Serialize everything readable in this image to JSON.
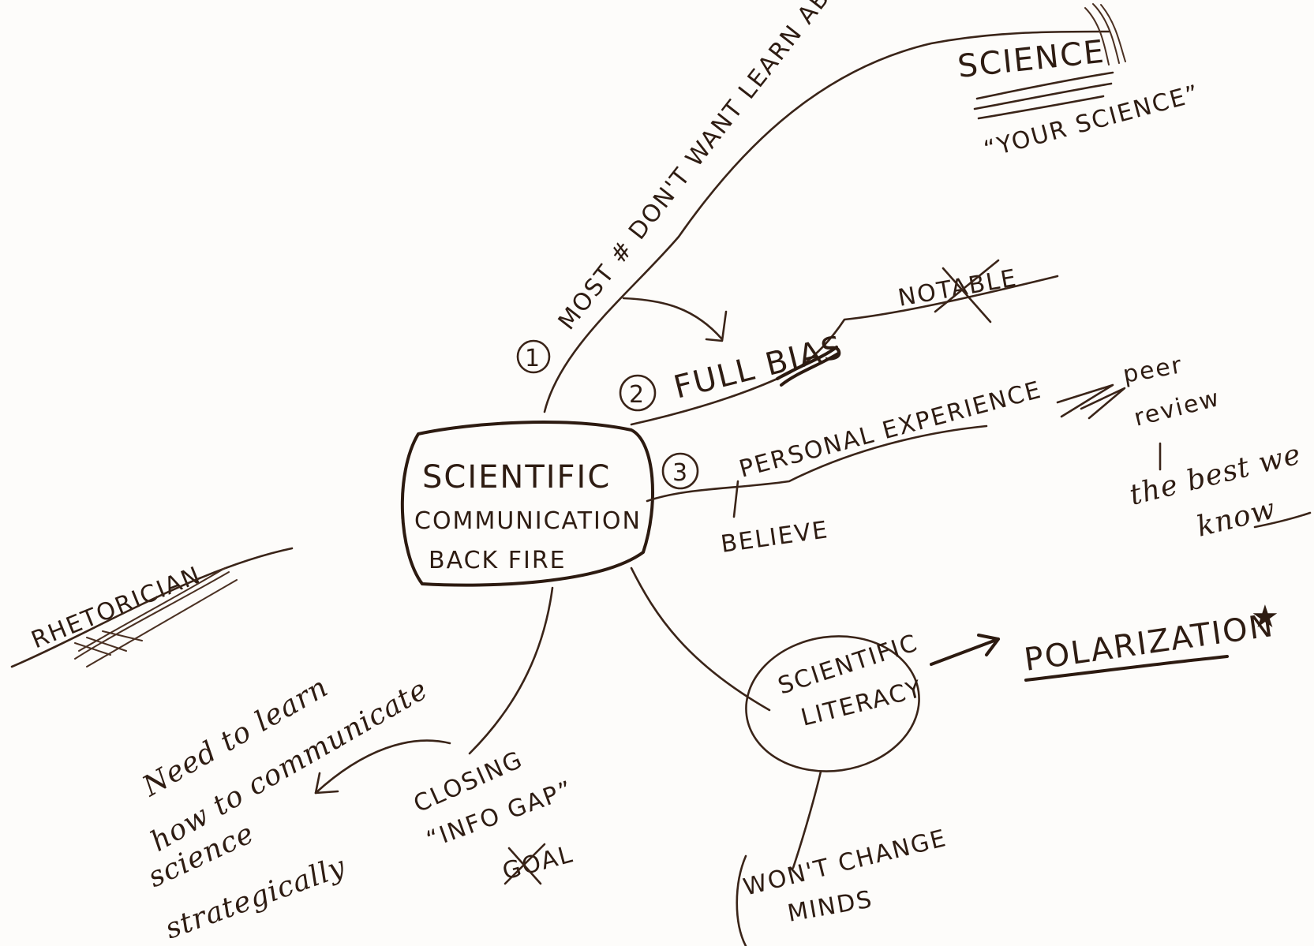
{
  "center": {
    "line1": "SCIENTIFIC",
    "line2": "COMMUNICATION",
    "line3": "BACK FIRE"
  },
  "branch1": {
    "number": "1",
    "label": "MOST # DON'T WANT LEARN ABOUT",
    "end": "SCIENCE",
    "quote": "“YOUR SCIENCE”"
  },
  "branch2": {
    "number": "2",
    "label": "FULL BIAS",
    "end": "NOTABLE"
  },
  "branch3": {
    "number": "3",
    "label": "PERSONAL EXPERIENCE",
    "sub": "BELIEVE",
    "peer1": "peer",
    "peer2": "review",
    "best1": "the best we",
    "best2": "know"
  },
  "literacy": {
    "line1": "SCIENTIFIC",
    "line2": "LITERACY",
    "target": "POLARIZATION",
    "star": "★",
    "below1": "WON'T CHANGE",
    "below2": "MINDS"
  },
  "gap": {
    "line1": "CLOSING",
    "line2": "“INFO GAP”",
    "line3": "GOAL"
  },
  "strategy": {
    "line1": "Need to learn",
    "line2": "how to communicate",
    "line3": "science",
    "line4": "strategically"
  },
  "rhetorician": "RHETORICIAN"
}
